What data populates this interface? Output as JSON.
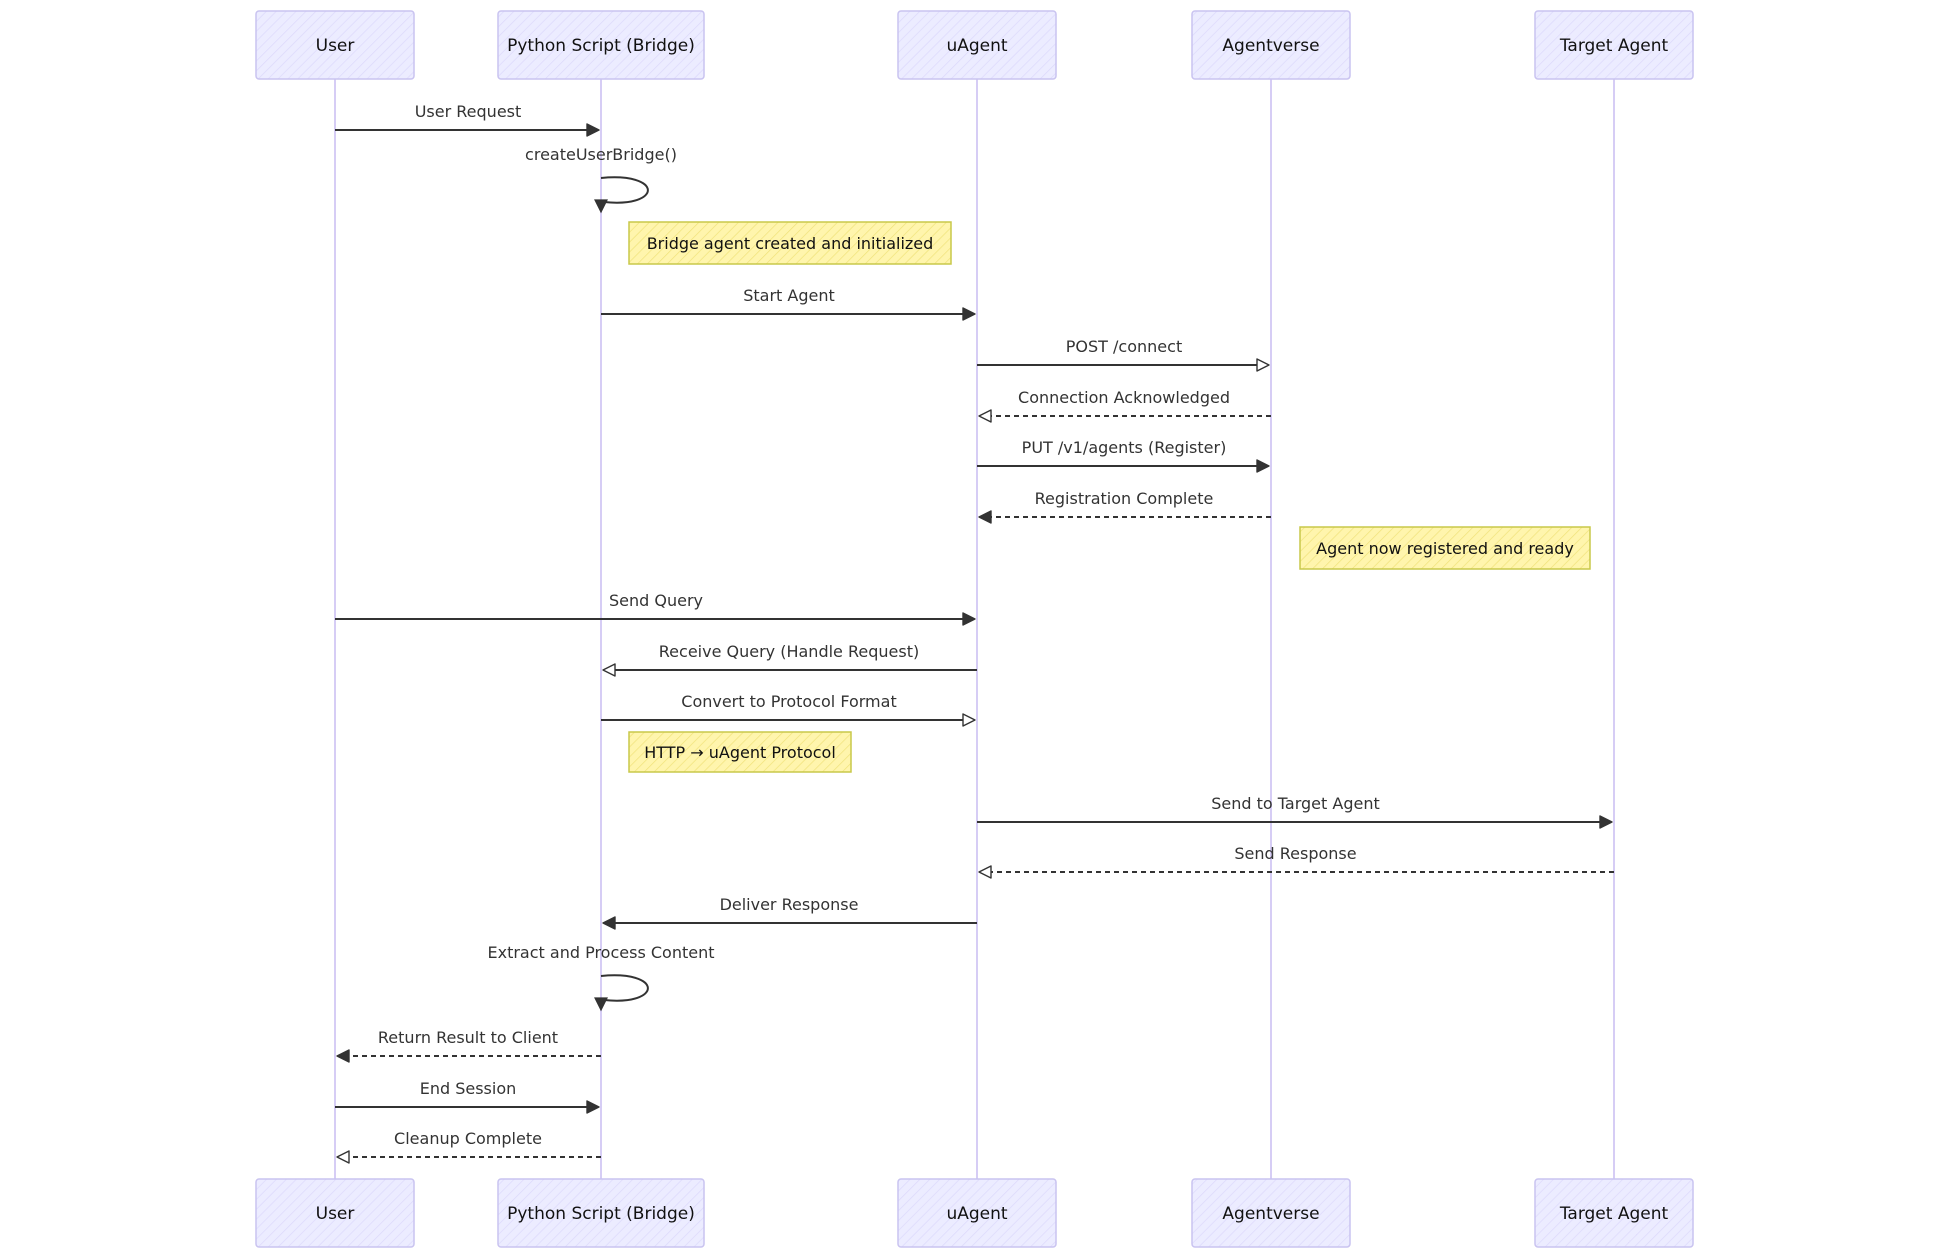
{
  "diagram": {
    "type": "sequence",
    "colors": {
      "actor_fill": "#ececff",
      "actor_stroke": "#c9c3f0",
      "lifeline": "#d6cdf5",
      "message": "#333333",
      "note_fill": "#fff5ad",
      "note_stroke": "#c8c84a"
    },
    "participants": [
      {
        "id": "user",
        "label": "User"
      },
      {
        "id": "bridge",
        "label": "Python Script (Bridge)"
      },
      {
        "id": "uagent",
        "label": "uAgent"
      },
      {
        "id": "agentverse",
        "label": "Agentverse"
      },
      {
        "id": "target",
        "label": "Target Agent"
      }
    ],
    "steps": [
      {
        "kind": "message",
        "from": "user",
        "to": "bridge",
        "label": "User Request",
        "line": "solid",
        "head": "filled"
      },
      {
        "kind": "message",
        "from": "bridge",
        "to": "bridge",
        "label": "createUserBridge()",
        "line": "solid",
        "head": "filled"
      },
      {
        "kind": "note",
        "over": "bridge",
        "span_to": "uagent",
        "label": "Bridge agent created and initialized"
      },
      {
        "kind": "message",
        "from": "bridge",
        "to": "uagent",
        "label": "Start Agent",
        "line": "solid",
        "head": "filled"
      },
      {
        "kind": "message",
        "from": "uagent",
        "to": "agentverse",
        "label": "POST /connect",
        "line": "solid",
        "head": "open"
      },
      {
        "kind": "message",
        "from": "agentverse",
        "to": "uagent",
        "label": "Connection Acknowledged",
        "line": "dashed",
        "head": "open"
      },
      {
        "kind": "message",
        "from": "uagent",
        "to": "agentverse",
        "label": "PUT /v1/agents (Register)",
        "line": "solid",
        "head": "filled"
      },
      {
        "kind": "message",
        "from": "agentverse",
        "to": "uagent",
        "label": "Registration Complete",
        "line": "dashed",
        "head": "filled"
      },
      {
        "kind": "note",
        "over": "agentverse",
        "span_to": "target",
        "label": "Agent now registered and ready"
      },
      {
        "kind": "message",
        "from": "user",
        "to": "uagent",
        "label": "Send Query",
        "line": "solid",
        "head": "filled"
      },
      {
        "kind": "message",
        "from": "uagent",
        "to": "bridge",
        "label": "Receive Query (Handle Request)",
        "line": "solid",
        "head": "open"
      },
      {
        "kind": "message",
        "from": "bridge",
        "to": "uagent",
        "label": "Convert to Protocol Format",
        "line": "solid",
        "head": "open"
      },
      {
        "kind": "note",
        "over": "bridge",
        "label": "HTTP → uAgent Protocol"
      },
      {
        "kind": "message",
        "from": "uagent",
        "to": "target",
        "label": "Send to Target Agent",
        "line": "solid",
        "head": "filled"
      },
      {
        "kind": "message",
        "from": "target",
        "to": "uagent",
        "label": "Send Response",
        "line": "dashed",
        "head": "open"
      },
      {
        "kind": "message",
        "from": "uagent",
        "to": "bridge",
        "label": "Deliver Response",
        "line": "solid",
        "head": "filled"
      },
      {
        "kind": "message",
        "from": "bridge",
        "to": "bridge",
        "label": "Extract and Process Content",
        "line": "solid",
        "head": "filled"
      },
      {
        "kind": "message",
        "from": "bridge",
        "to": "user",
        "label": "Return Result to Client",
        "line": "dashed",
        "head": "filled"
      },
      {
        "kind": "message",
        "from": "user",
        "to": "bridge",
        "label": "End Session",
        "line": "solid",
        "head": "filled"
      },
      {
        "kind": "message",
        "from": "bridge",
        "to": "user",
        "label": "Cleanup Complete",
        "line": "dashed",
        "head": "open"
      }
    ]
  }
}
